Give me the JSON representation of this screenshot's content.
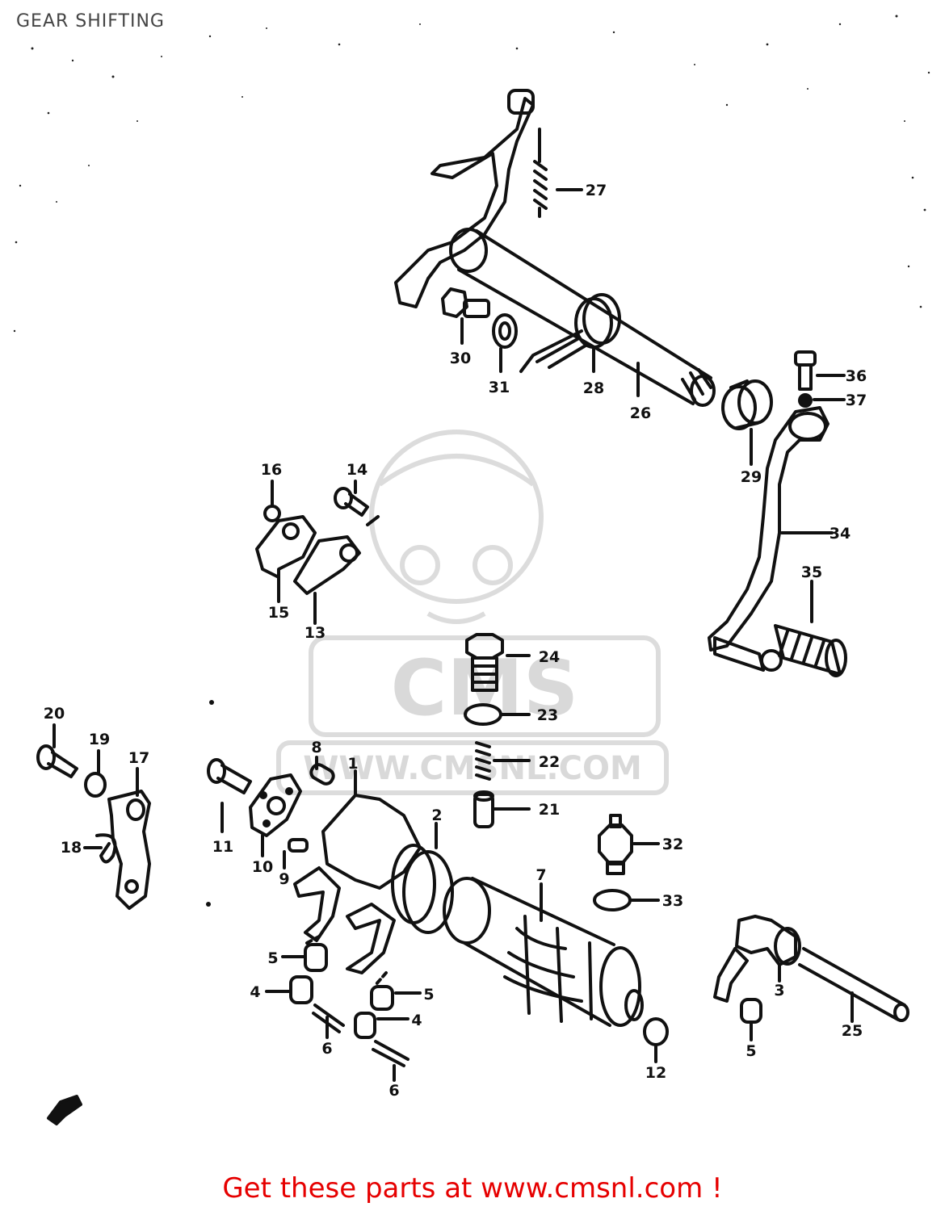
{
  "page": {
    "title": "GEAR SHIFTING",
    "footer_text": "Get these parts at www.cmsnl.com !"
  },
  "watermark": {
    "logo_text": "CMS",
    "url_text": "WWW.CMSNL.COM",
    "color": "#d9d9d9"
  },
  "colors": {
    "ink": "#111111",
    "footer": "#e60000",
    "background": "#ffffff"
  },
  "callouts": {
    "c1": "1",
    "c2": "2",
    "c3": "3",
    "c4a": "4",
    "c4b": "4",
    "c5a": "5",
    "c5b": "5",
    "c5c": "5",
    "c6a": "6",
    "c6b": "6",
    "c7": "7",
    "c8": "8",
    "c9": "9",
    "c10": "10",
    "c11": "11",
    "c12": "12",
    "c13": "13",
    "c14": "14",
    "c15": "15",
    "c16": "16",
    "c17": "17",
    "c18": "18",
    "c19": "19",
    "c20": "20",
    "c21": "21",
    "c22": "22",
    "c23": "23",
    "c24": "24",
    "c25": "25",
    "c26": "26",
    "c27": "27",
    "c28": "28",
    "c29": "29",
    "c30": "30",
    "c31": "31",
    "c32": "32",
    "c33": "33",
    "c34": "34",
    "c35": "35",
    "c36": "36",
    "c37": "37"
  }
}
